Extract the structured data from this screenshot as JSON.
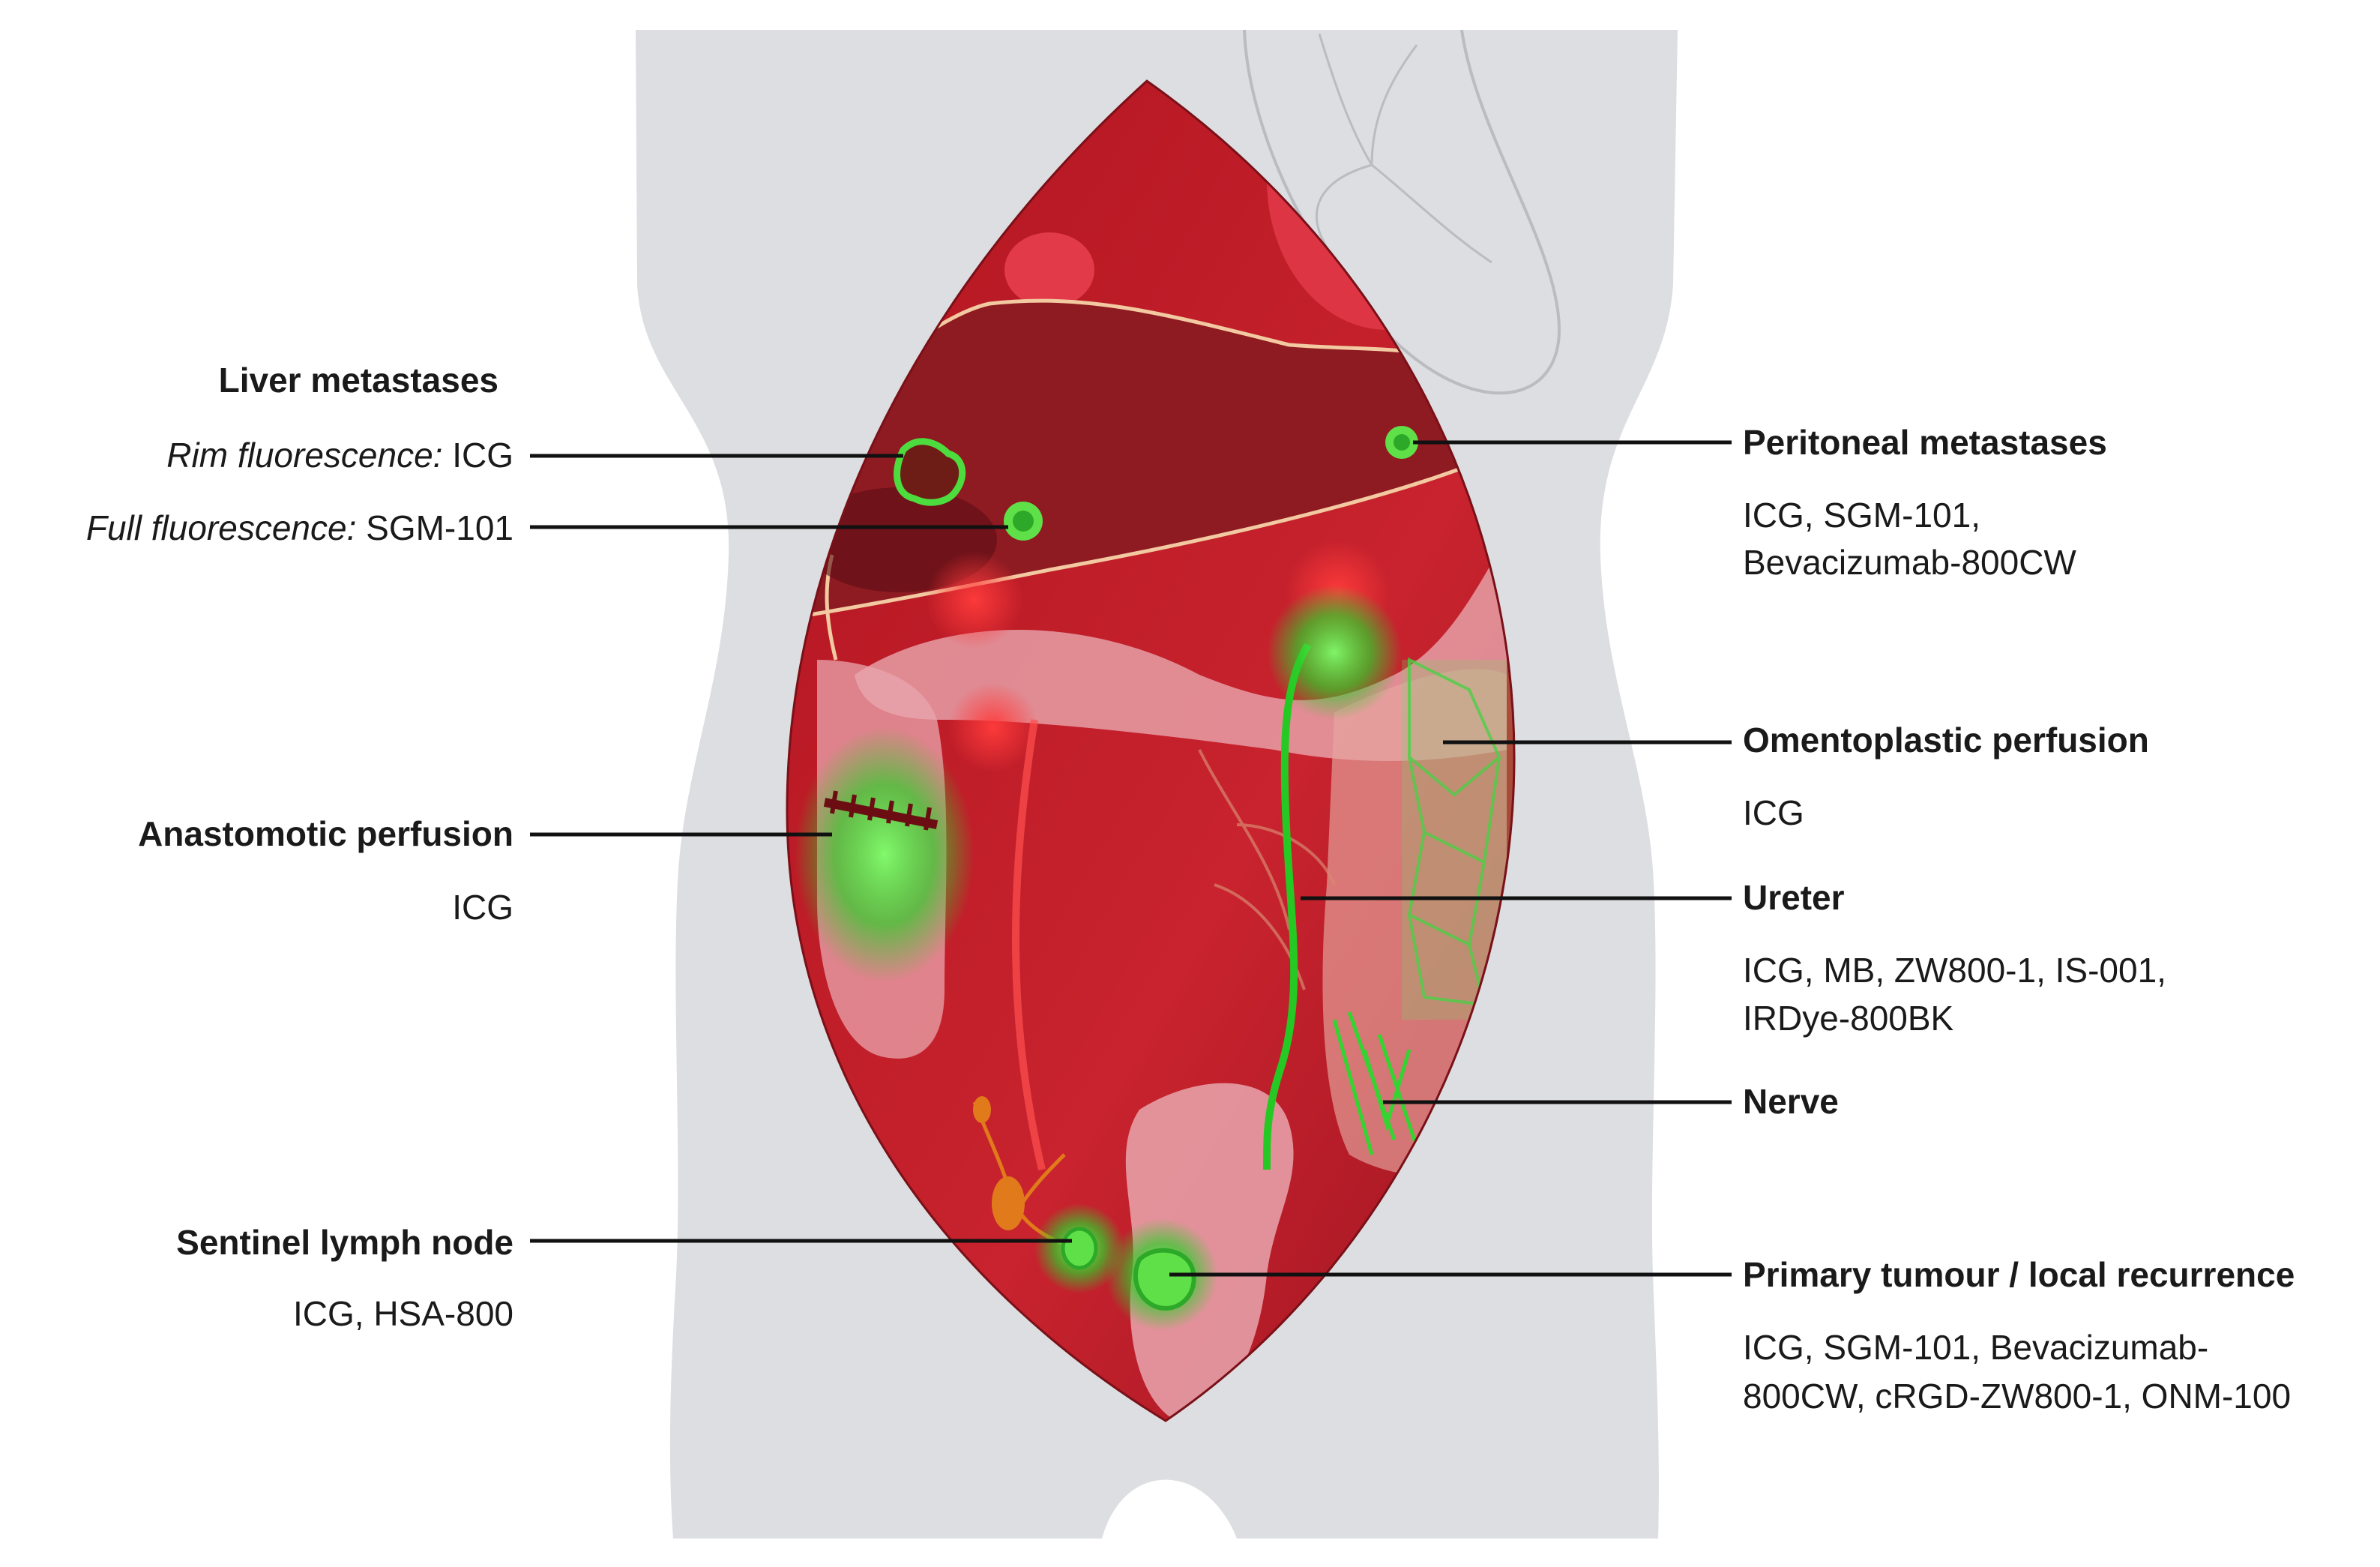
{
  "liver": {
    "title": "Liver metastases",
    "rim_prefix": "Rim fluorescence:",
    "rim_agent": " ICG",
    "full_prefix": "Full fluorescence:",
    "full_agent": " SGM-101"
  },
  "anastomotic": {
    "title": "Anastomotic perfusion",
    "agents": "ICG"
  },
  "sentinel": {
    "title": "Sentinel lymph node",
    "agents": "ICG, HSA-800"
  },
  "peritoneal": {
    "title": "Peritoneal metastases",
    "agents_line1": "ICG, SGM-101,",
    "agents_line2": "Bevacizumab-800CW"
  },
  "omentoplastic": {
    "title": "Omentoplastic perfusion",
    "agents": "ICG"
  },
  "ureter": {
    "title": "Ureter",
    "agents_line1": "ICG, MB, ZW800-1, IS-001,",
    "agents_line2": "IRDye-800BK"
  },
  "nerve": {
    "title": "Nerve"
  },
  "primary": {
    "title": "Primary tumour / local recurrence",
    "agents_line1": "ICG, SGM-101, Bevacizumab-",
    "agents_line2": "800CW, cRGD-ZW800-1, ONM-100"
  },
  "colors": {
    "body": "#dcdee1",
    "tissue": "#c01f2c",
    "liver": "#8e1a22",
    "fluorescence": "#33cc33",
    "lymph": "#e07a1a"
  }
}
